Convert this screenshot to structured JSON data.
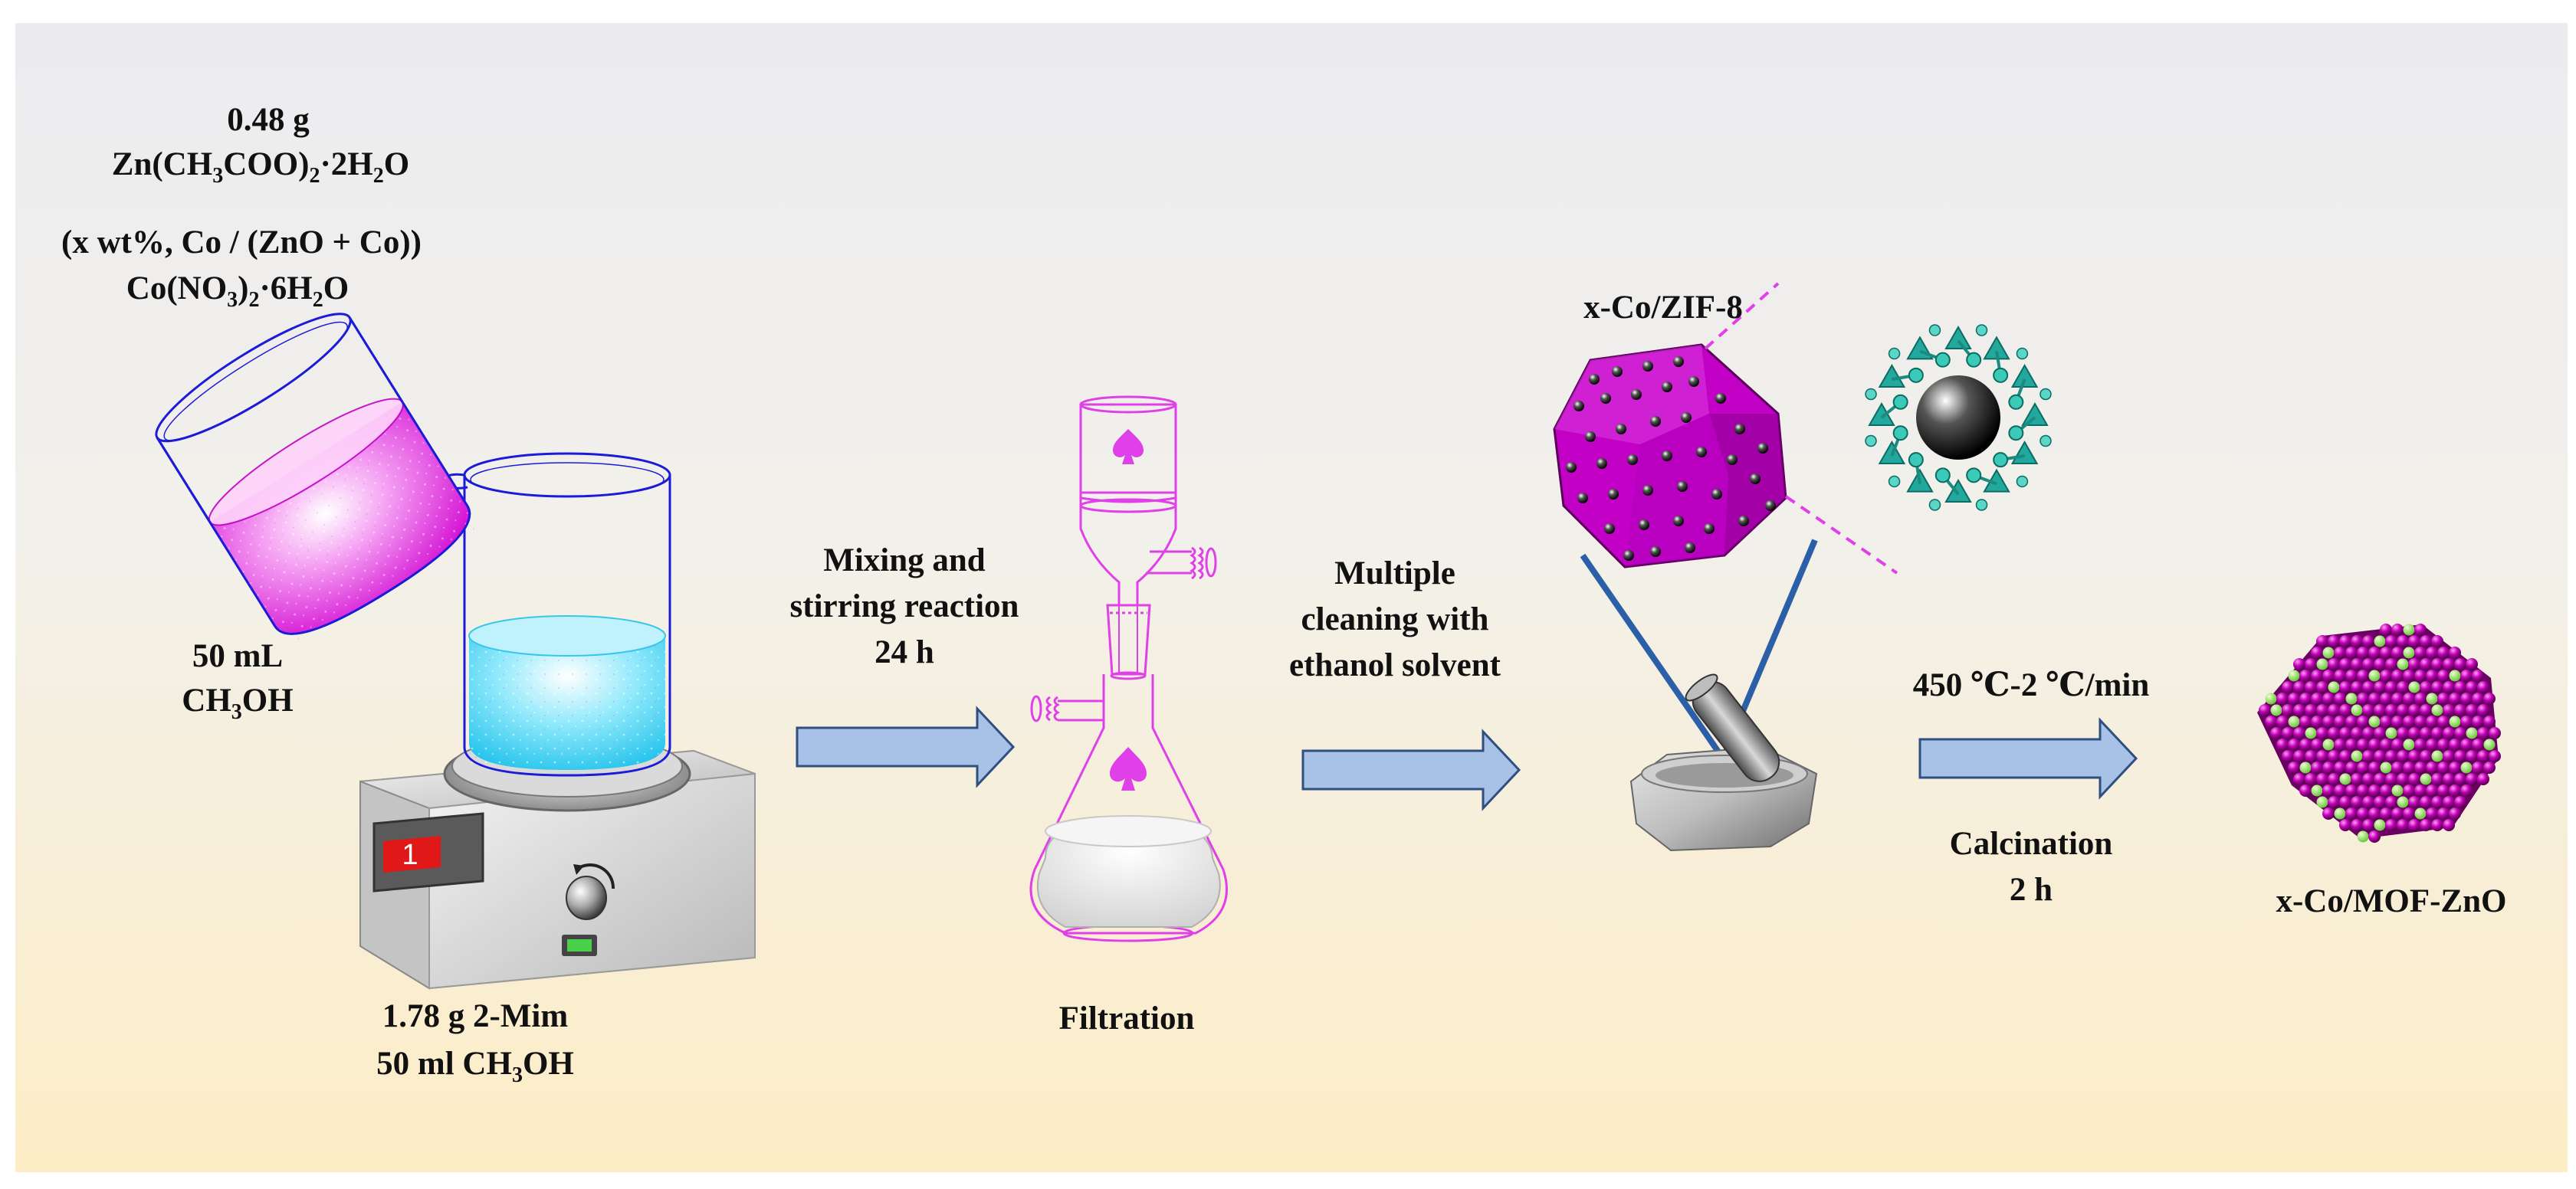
{
  "reagents": {
    "zinc_amount": "0.48 g",
    "zinc_formula": "Zn(CH3COO)2·2H2O",
    "cobalt_ratio": "(x wt%, Co / (ZnO + Co))",
    "cobalt_formula": "Co(NO3)2·6H2O"
  },
  "solvent_pour": {
    "volume": "50 mL",
    "solvent": "CH3OH"
  },
  "stirrer": {
    "display_value": "1",
    "ligand": "1.78 g 2-Mim",
    "solvent": "50 ml CH3OH"
  },
  "steps": {
    "mixing": [
      "Mixing and",
      "stirring reaction",
      "24 h"
    ],
    "filtration": "Filtration",
    "cleaning": [
      "Multiple",
      "cleaning with",
      "ethanol solvent"
    ],
    "calcination_conditions": "450 ℃-2 ℃/min",
    "calcination": [
      "Calcination",
      "2 h"
    ]
  },
  "intermediate": {
    "name": "x-Co/ZIF-8"
  },
  "product": {
    "name": "x-Co/MOF-ZnO"
  },
  "colors": {
    "background_top": "#ececf0",
    "background_bottom": "#fdedc6",
    "arrow_fill": "#a8c1e6",
    "arrow_stroke": "#2f4f80",
    "magenta": "#c000c4",
    "liquid_cyan": "#3fd4f2",
    "flask_line": "#e040e8",
    "beaker_line": "#1b1bd8",
    "crystal_teal": "#22a89c",
    "dopant_green": "#88e050",
    "display_red": "#e01818"
  },
  "icons": [
    "beaker-icon",
    "stirrer-icon",
    "filter-flask-icon",
    "mortar-icon",
    "crystal-icon",
    "arrow-icon"
  ]
}
